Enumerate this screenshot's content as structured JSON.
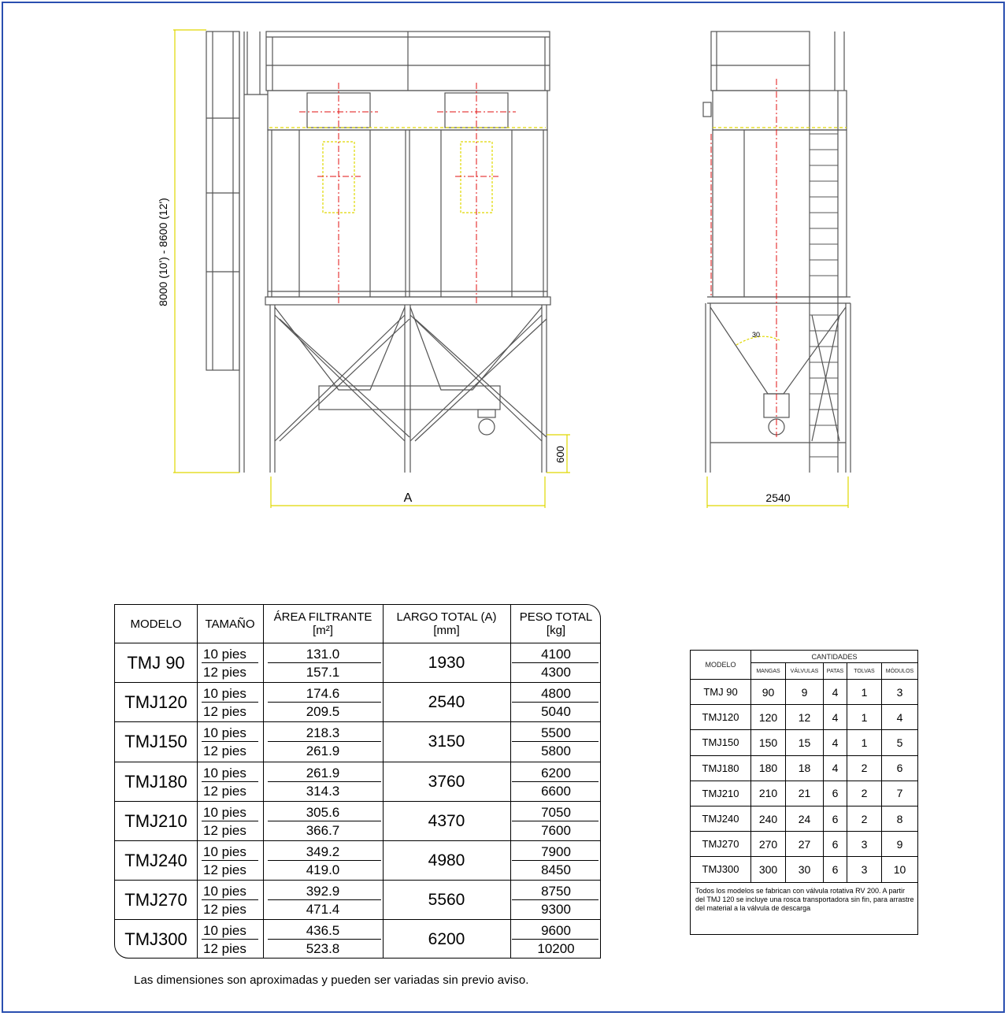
{
  "drawing": {
    "height_dimension": "8000 (10') - 8600 (12')",
    "width_label_front": "A",
    "width_label_side": "2540",
    "leg_height": "600",
    "angle_label": "30"
  },
  "main_table": {
    "headers": {
      "modelo": "MODELO",
      "tamano": "TAMAÑO",
      "area_line1": "ÁREA FILTRANTE",
      "area_line2": "[m²]",
      "largo_line1": "LARGO TOTAL (A)",
      "largo_line2": "[mm]",
      "peso_line1": "PESO TOTAL",
      "peso_line2": "[kg]"
    },
    "rows": [
      {
        "model": "TMJ 90",
        "size1": "10 pies",
        "size2": "12 pies",
        "area1": "131.0",
        "area2": "157.1",
        "largo": "1930",
        "peso1": "4100",
        "peso2": "4300"
      },
      {
        "model": "TMJ120",
        "size1": "10 pies",
        "size2": "12 pies",
        "area1": "174.6",
        "area2": "209.5",
        "largo": "2540",
        "peso1": "4800",
        "peso2": "5040"
      },
      {
        "model": "TMJ150",
        "size1": "10 pies",
        "size2": "12 pies",
        "area1": "218.3",
        "area2": "261.9",
        "largo": "3150",
        "peso1": "5500",
        "peso2": "5800"
      },
      {
        "model": "TMJ180",
        "size1": "10 pies",
        "size2": "12 pies",
        "area1": "261.9",
        "area2": "314.3",
        "largo": "3760",
        "peso1": "6200",
        "peso2": "6600"
      },
      {
        "model": "TMJ210",
        "size1": "10 pies",
        "size2": "12 pies",
        "area1": "305.6",
        "area2": "366.7",
        "largo": "4370",
        "peso1": "7050",
        "peso2": "7600"
      },
      {
        "model": "TMJ240",
        "size1": "10 pies",
        "size2": "12 pies",
        "area1": "349.2",
        "area2": "419.0",
        "largo": "4980",
        "peso1": "7900",
        "peso2": "8450"
      },
      {
        "model": "TMJ270",
        "size1": "10 pies",
        "size2": "12 pies",
        "area1": "392.9",
        "area2": "471.4",
        "largo": "5560",
        "peso1": "8750",
        "peso2": "9300"
      },
      {
        "model": "TMJ300",
        "size1": "10 pies",
        "size2": "12 pies",
        "area1": "436.5",
        "area2": "523.8",
        "largo": "6200",
        "peso1": "9600",
        "peso2": "10200"
      }
    ]
  },
  "note": "Las dimensiones son aproximadas y pueden ser variadas sin previo aviso.",
  "quantities_table": {
    "model_header": "MODELO",
    "group_header": "CANTIDADES",
    "columns": [
      "MANGAS",
      "VÁLVULAS",
      "PATAS",
      "TOLVAS",
      "MÓDULOS"
    ],
    "rows": [
      {
        "model": "TMJ 90",
        "values": [
          "90",
          "9",
          "4",
          "1",
          "3"
        ]
      },
      {
        "model": "TMJ120",
        "values": [
          "120",
          "12",
          "4",
          "1",
          "4"
        ]
      },
      {
        "model": "TMJ150",
        "values": [
          "150",
          "15",
          "4",
          "1",
          "5"
        ]
      },
      {
        "model": "TMJ180",
        "values": [
          "180",
          "18",
          "4",
          "2",
          "6"
        ]
      },
      {
        "model": "TMJ210",
        "values": [
          "210",
          "21",
          "6",
          "2",
          "7"
        ]
      },
      {
        "model": "TMJ240",
        "values": [
          "240",
          "24",
          "6",
          "2",
          "8"
        ]
      },
      {
        "model": "TMJ270",
        "values": [
          "270",
          "27",
          "6",
          "3",
          "9"
        ]
      },
      {
        "model": "TMJ300",
        "values": [
          "300",
          "30",
          "6",
          "3",
          "10"
        ]
      }
    ],
    "footnote": "Todos los modelos se fabrican con válvula rotativa RV 200. A partir del TMJ 120 se incluye una rosca transportadora sin fin, para arrastre del material a la válvula de descarga"
  },
  "colors": {
    "frame": "#2a4fb0",
    "structure": "#555555",
    "dimension": "#e0d800",
    "centerline": "#e01010"
  }
}
